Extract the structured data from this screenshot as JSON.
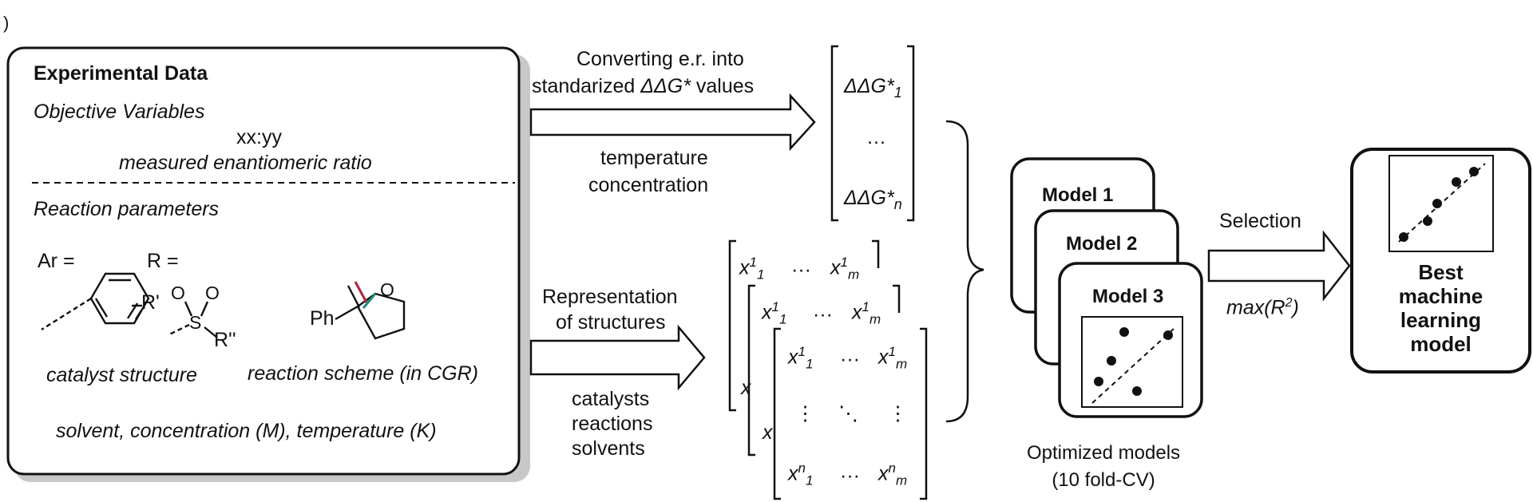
{
  "panel_label": "  )",
  "exp": {
    "title": "Experimental Data",
    "objective_heading": "Objective Variables",
    "ratio_value": "xx:yy",
    "ratio_caption": "measured enantiomeric ratio",
    "reaction_heading": "Reaction parameters",
    "ar_label": "Ar =",
    "r_label": "R =",
    "r1": "R'",
    "o_left": "O",
    "o_right": "O",
    "s_atom": "S",
    "r2": "R''",
    "ph": "Ph",
    "o_ring": "O",
    "catalyst_caption": "catalyst structure",
    "scheme_caption": "reaction scheme (in CGR)",
    "conditions": "solvent, concentration (M), temperature (K)"
  },
  "top_arrow": {
    "line1": "Converting e.r. into",
    "line2_pre": "standarized ",
    "line2_sym": "ΔΔG*",
    "line2_post": " values",
    "below1": "temperature",
    "below2": "concentration"
  },
  "dg_vector": {
    "top_base": "ΔΔG*",
    "top_sub": "1",
    "mid": "…",
    "bot_base": "ΔΔG*",
    "bot_sub": "n"
  },
  "bottom_arrow": {
    "line1": "Representation",
    "line2": "of structures",
    "below1": "catalysts",
    "below2": "reactions",
    "below3": "solvents"
  },
  "matrices": {
    "x": "x",
    "sup1": "1",
    "supn": "n",
    "sub1": "1",
    "subm": "m",
    "hdots": "···",
    "vdots": "⋮",
    "ddots": "⋱"
  },
  "models": {
    "m1": "Model 1",
    "m2": "Model 2",
    "m3": "Model 3",
    "caption1": "Optimized models",
    "caption2": "(10 fold-CV)"
  },
  "selection": {
    "label": "Selection",
    "criterion_pre": "max(R",
    "criterion_sup": "2",
    "criterion_post": ")"
  },
  "best": {
    "line1": "Best",
    "line2": "machine",
    "line3": "learning",
    "line4": "model"
  }
}
